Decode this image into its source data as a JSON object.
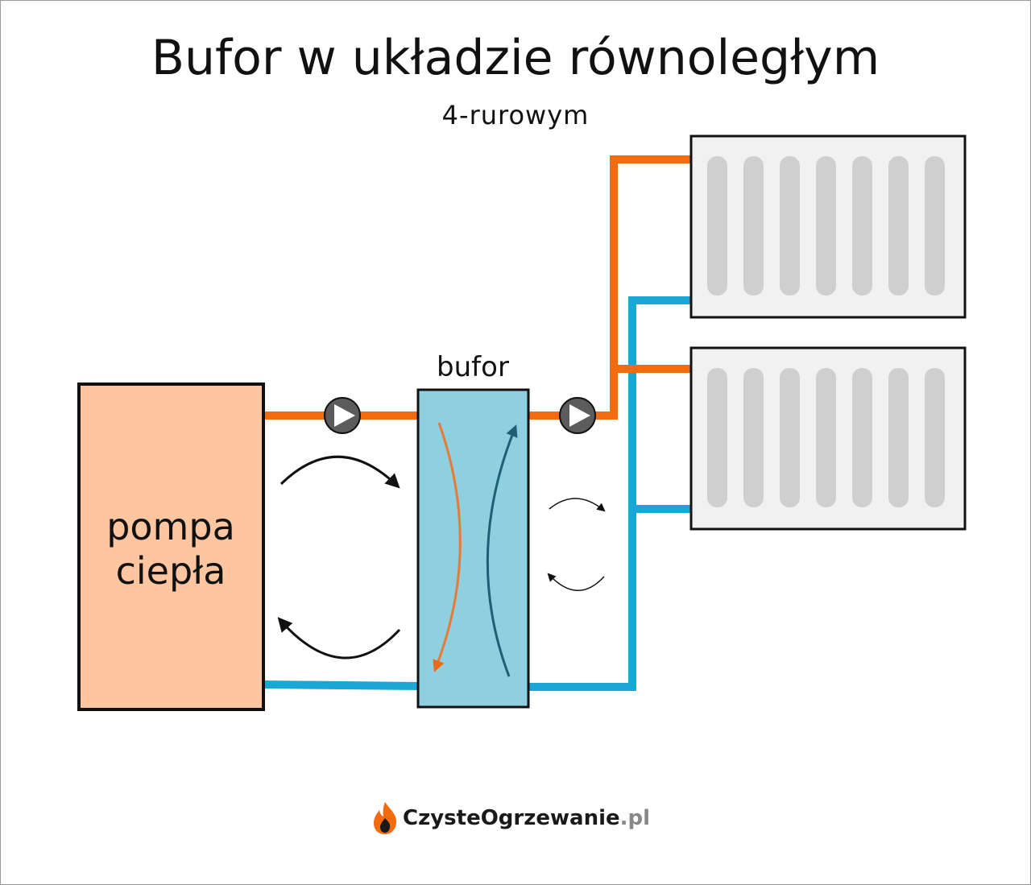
{
  "title": "Bufor w układzie równoległym",
  "subtitle": "4-rurowym",
  "labels": {
    "heat_pump_line1": "pompa",
    "heat_pump_line2": "ciepła",
    "buffer": "bufor"
  },
  "logo": {
    "name": "CzysteOgrzewanie",
    "tld": ".pl"
  },
  "colors": {
    "hot_pipe": "#f26b0f",
    "cold_pipe": "#1ba7d6",
    "heat_pump_fill": "#fdc6a0",
    "buffer_fill": "#8ecfe0",
    "radiator_fill": "#f1f1f1",
    "radiator_fin": "#cfcfcf",
    "pump_symbol": "#5c5c5c",
    "buffer_cold_arrow": "#1e5f75",
    "buffer_hot_arrow": "#e77a35"
  },
  "icons": [
    "circulation-pump-icon",
    "flame-icon"
  ]
}
